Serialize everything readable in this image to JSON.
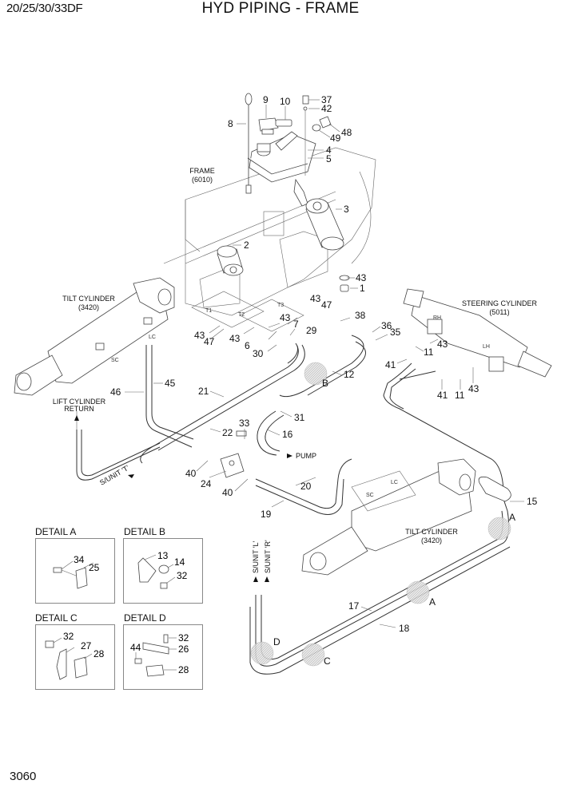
{
  "header": {
    "model": "20/25/30/33DF",
    "title": "HYD PIPING - FRAME"
  },
  "footer": {
    "page_number": "3060"
  },
  "assembly_labels": {
    "frame": {
      "name": "FRAME",
      "code": "(6010)"
    },
    "tilt_cylinder_upper": {
      "name": "TILT CYLINDER",
      "code": "(3420)"
    },
    "tilt_cylinder_lower": {
      "name": "TILT CYLINDER",
      "code": "(3420)"
    },
    "steering_cylinder": {
      "name": "STEERING CYLINDER",
      "code": "(5011)"
    },
    "lift_cylinder_return": {
      "line1": "LIFT CYLINDER",
      "line2": "RETURN"
    },
    "pump": "PUMP",
    "sunit_t": "S/UNIT 'T'",
    "sunit_l": "S/UNIT 'L'",
    "sunit_r": "S/UNIT 'R'"
  },
  "port_tags": [
    "T1",
    "T2",
    "T3",
    "LC",
    "SC",
    "RH",
    "LH",
    "LC",
    "SC"
  ],
  "detail_markers": [
    "A",
    "B",
    "C",
    "D",
    "A"
  ],
  "callouts": [
    {
      "id": "c8",
      "text": "8"
    },
    {
      "id": "c9",
      "text": "9"
    },
    {
      "id": "c10",
      "text": "10"
    },
    {
      "id": "c37",
      "text": "37"
    },
    {
      "id": "c42",
      "text": "42"
    },
    {
      "id": "c48",
      "text": "48"
    },
    {
      "id": "c49",
      "text": "49"
    },
    {
      "id": "c4",
      "text": "4"
    },
    {
      "id": "c5",
      "text": "5"
    },
    {
      "id": "c3",
      "text": "3"
    },
    {
      "id": "c2",
      "text": "2"
    },
    {
      "id": "c43a",
      "text": "43"
    },
    {
      "id": "c1",
      "text": "1"
    },
    {
      "id": "c43b",
      "text": "43"
    },
    {
      "id": "c47a",
      "text": "47"
    },
    {
      "id": "c43c",
      "text": "43"
    },
    {
      "id": "c7",
      "text": "7"
    },
    {
      "id": "c38",
      "text": "38"
    },
    {
      "id": "c36",
      "text": "36"
    },
    {
      "id": "c35",
      "text": "35"
    },
    {
      "id": "c43d",
      "text": "43"
    },
    {
      "id": "c47b",
      "text": "47"
    },
    {
      "id": "c43e",
      "text": "43"
    },
    {
      "id": "c6",
      "text": "6"
    },
    {
      "id": "c29",
      "text": "29"
    },
    {
      "id": "c30",
      "text": "30"
    },
    {
      "id": "c12",
      "text": "12"
    },
    {
      "id": "c11a",
      "text": "11"
    },
    {
      "id": "c43f",
      "text": "43"
    },
    {
      "id": "c41a",
      "text": "41"
    },
    {
      "id": "c41b",
      "text": "41"
    },
    {
      "id": "c11b",
      "text": "11"
    },
    {
      "id": "c43g",
      "text": "43"
    },
    {
      "id": "c46",
      "text": "46"
    },
    {
      "id": "c45",
      "text": "45"
    },
    {
      "id": "c21",
      "text": "21"
    },
    {
      "id": "c31",
      "text": "31"
    },
    {
      "id": "c33",
      "text": "33"
    },
    {
      "id": "c22",
      "text": "22"
    },
    {
      "id": "c16",
      "text": "16"
    },
    {
      "id": "c40a",
      "text": "40"
    },
    {
      "id": "c24",
      "text": "24"
    },
    {
      "id": "c40b",
      "text": "40"
    },
    {
      "id": "c20",
      "text": "20"
    },
    {
      "id": "c19",
      "text": "19"
    },
    {
      "id": "c15",
      "text": "15"
    },
    {
      "id": "c17",
      "text": "17"
    },
    {
      "id": "c18",
      "text": "18"
    }
  ],
  "details": [
    {
      "title": "DETAIL A",
      "callouts": [
        "34",
        "25"
      ]
    },
    {
      "title": "DETAIL B",
      "callouts": [
        "13",
        "14",
        "32"
      ]
    },
    {
      "title": "DETAIL C",
      "callouts": [
        "32",
        "27",
        "28"
      ]
    },
    {
      "title": "DETAIL D",
      "callouts": [
        "44",
        "32",
        "26",
        "28"
      ]
    }
  ]
}
